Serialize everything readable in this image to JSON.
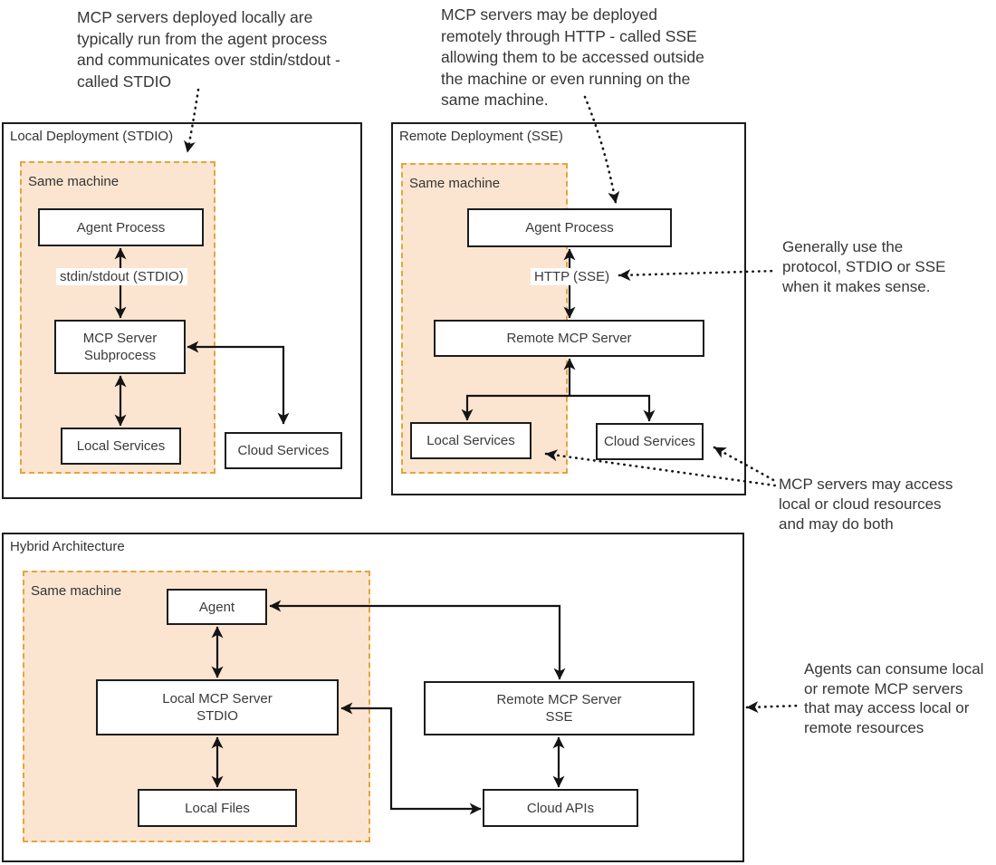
{
  "annotations": {
    "local_note": "MCP servers deployed locally are\ntypically run from the agent process\nand communicates over stdin/stdout -\ncalled STDIO",
    "remote_note": "MCP servers may be deployed\nremotely through HTTP - called SSE\nallowing them to be accessed outside\nthe machine or even running on the\nsame machine.",
    "protocol_note": "Generally use the\nprotocol, STDIO or SSE\nwhen it makes sense.",
    "access_note": "MCP servers may access\nlocal or cloud resources\nand may do both",
    "hybrid_note": "Agents can consume local\nor remote MCP servers\nthat may access local or\nremote resources"
  },
  "sections": {
    "local": {
      "title": "Local Deployment (STDIO)",
      "same_machine": "Same machine",
      "edge_label": "stdin/stdout (STDIO)",
      "nodes": {
        "agent_process": "Agent Process",
        "mcp_server_subprocess": "MCP Server\nSubprocess",
        "local_services": "Local Services",
        "cloud_services": "Cloud Services"
      }
    },
    "remote": {
      "title": "Remote Deployment (SSE)",
      "same_machine": "Same machine",
      "edge_label": "HTTP (SSE)",
      "nodes": {
        "agent_process": "Agent Process",
        "remote_mcp_server": "Remote MCP Server",
        "local_services": "Local Services",
        "cloud_services": "Cloud Services"
      }
    },
    "hybrid": {
      "title": "Hybrid Architecture",
      "same_machine": "Same machine",
      "nodes": {
        "agent": "Agent",
        "local_mcp_server": "Local MCP Server\nSTDIO",
        "local_files": "Local Files",
        "remote_mcp_server": "Remote MCP Server\nSSE",
        "cloud_apis": "Cloud APIs"
      }
    }
  },
  "colors": {
    "same_machine_fill": "#FBE5D0",
    "same_machine_border": "#E8A33B",
    "line_color": "#141414",
    "text_color": "#363636"
  }
}
